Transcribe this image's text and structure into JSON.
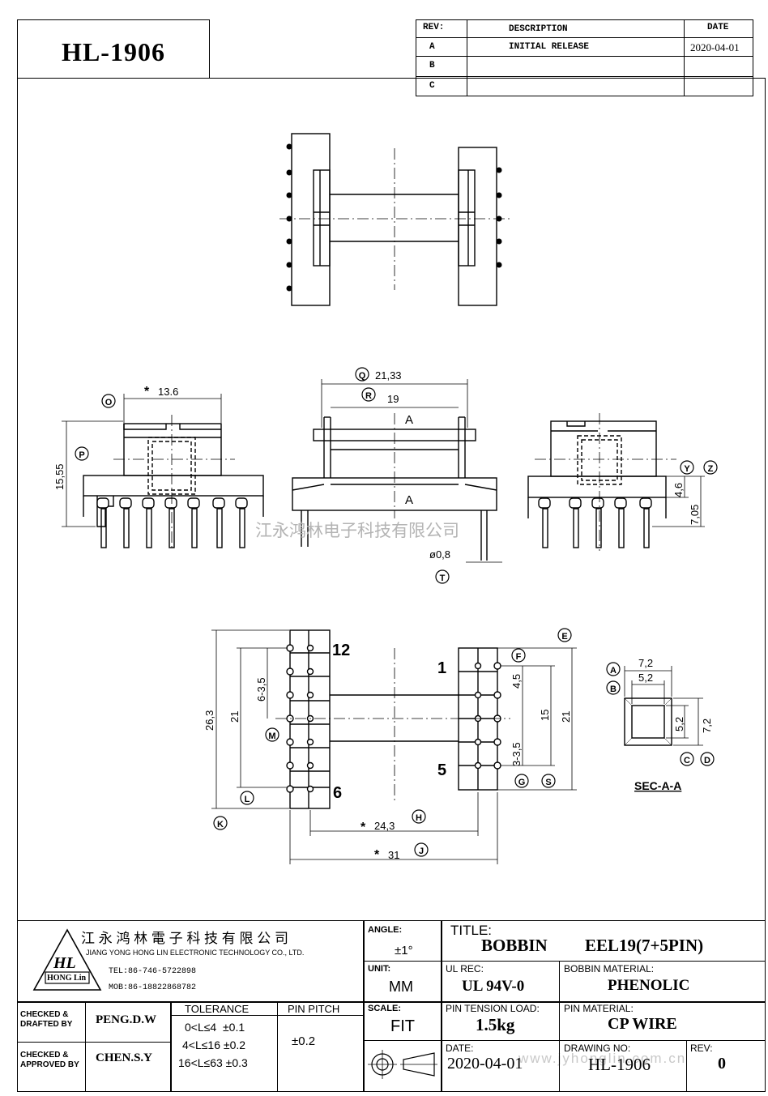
{
  "part_number": "HL-1906",
  "revision_table": {
    "headers": {
      "rev": "REV:",
      "description": "DESCRIPTION",
      "date": "DATE"
    },
    "rows": [
      {
        "rev": "A",
        "description": "INITIAL RELEASE",
        "date": "2020-04-01"
      },
      {
        "rev": "B",
        "description": "",
        "date": ""
      },
      {
        "rev": "C",
        "description": "",
        "date": ""
      }
    ]
  },
  "drawing": {
    "dims": {
      "width_21_33": "21,33",
      "width_19": "19",
      "width_13_6": "13.6",
      "height_15_55": "15,55",
      "height_4_6": "4,6",
      "height_7_05": "7,05",
      "pin_dia": "ø0,8",
      "length_26_3": "26,3",
      "length_21_left": "21",
      "pitch_left": "6-3,5",
      "pitch_right_a": "4,5",
      "pitch_right_b": "3-3,5",
      "length_15": "15",
      "length_21_right": "21",
      "span_24_3": "24,3",
      "span_31": "31",
      "sec_7_2_top": "7,2",
      "sec_5_2_top": "5,2",
      "sec_5_2_side": "5,2",
      "sec_7_2_side": "7,2"
    },
    "section_marker": "A",
    "pin_labels": {
      "p12": "12",
      "p1": "1",
      "p6": "6",
      "p5": "5"
    },
    "star": "*",
    "section_title": "SEC-A-A",
    "watermark": "江永鸿林电子科技有限公司",
    "watermark_url": "www.jyhonglin.com.cn",
    "markers": {
      "O": "O",
      "P": "P",
      "Q": "Q",
      "R": "R",
      "T": "T",
      "Y": "Y",
      "Z": "Z",
      "E": "E",
      "F": "F",
      "G": "G",
      "S": "S",
      "H": "H",
      "J": "J",
      "K": "K",
      "L": "L",
      "M": "M",
      "A": "A",
      "B": "B",
      "C": "C",
      "D": "D"
    }
  },
  "title_block": {
    "company_cn": "江 永 鸿 林 電 子 科 技 有 限 公 司",
    "company_en": "JIANG YONG HONG LIN ELECTRONIC TECHNOLOGY CO., LTD.",
    "tel": "TEL:86-746-5722898",
    "mob": "MOB:86-18822868782",
    "logo_text": "HL",
    "logo_sub": "HONG Lin",
    "angle_label": "ANGLE:",
    "angle_value": "±1°",
    "title_label": "TITLE:",
    "title_value_1": "BOBBIN",
    "title_value_2": "EEL19(7+5PIN)",
    "unit_label": "UNIT:",
    "unit_value": "MM",
    "ul_label": "UL REC:",
    "ul_value": "UL 94V-0",
    "bobbin_material_label": "BOBBIN MATERIAL:",
    "bobbin_material_value": "PHENOLIC",
    "checked_drafted_label": "CHECKED & DRAFTED BY",
    "checked_drafted_value": "PENG.D.W",
    "checked_approved_label": "CHECKED & APPROVED BY",
    "checked_approved_value": "CHEN.S.Y",
    "tolerance_label": "TOLERANCE",
    "tolerances": [
      "0<L≤4  ±0.1",
      "4<L≤16 ±0.2",
      "16<L≤63 ±0.3"
    ],
    "pin_pitch_label": "PIN PITCH",
    "pin_pitch_value": "±0.2",
    "scale_label": "SCALE:",
    "scale_value": "FIT",
    "pin_tension_label": "PIN TENSION LOAD:",
    "pin_tension_value": "1.5kg",
    "pin_material_label": "PIN MATERIAL:",
    "pin_material_value": "CP WIRE",
    "date_label": "DATE:",
    "date_value": "2020-04-01",
    "drawing_no_label": "DRAWING NO:",
    "drawing_no_value": "HL-1906",
    "rev_label": "REV:",
    "rev_value": "0"
  }
}
